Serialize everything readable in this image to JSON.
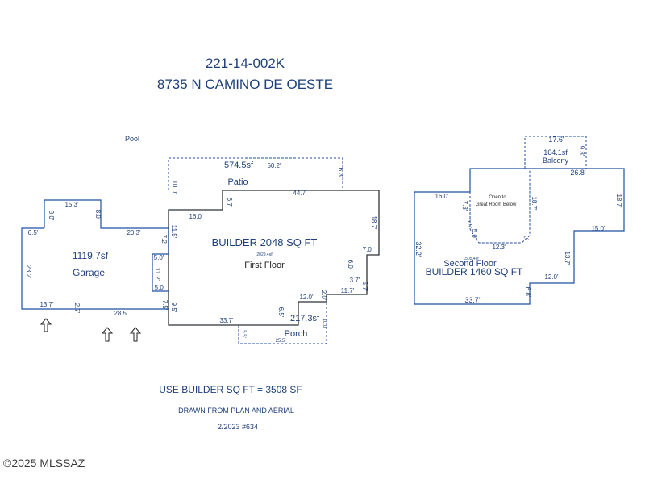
{
  "header": {
    "parcel": "221-14-002K",
    "address": "8735 N CAMINO DE OESTE"
  },
  "first_floor": {
    "pool": "Pool",
    "patio_area": "574.5sf",
    "patio": "Patio",
    "builder": "BUILDER 2048 SQ FT",
    "small_area": "2029.4sf",
    "floor": "First Floor",
    "porch_area": "217.3sf",
    "porch": "Porch",
    "dims": {
      "patio_top": "50.2'",
      "patio_left": "10.0'",
      "patio_right": "6.3'",
      "top": "44.7'",
      "right": "18.7'",
      "step_7": "7.0'",
      "step_6": "6.0'",
      "step_3": "3.7'",
      "step_5": "5.7'",
      "bot_117": "11.7'",
      "bot_120": "12.0'",
      "bot_20": "2.0'",
      "porch_65": "6.5'",
      "porch_right": "10.0'",
      "porch_bottom": "25.5'",
      "porch_left": "5.5'",
      "bottom": "33.7'",
      "inner_67": "6.7'",
      "inner_160": "16.0'",
      "inner_115": "11.5'",
      "inner_72": "7.2'"
    }
  },
  "garage": {
    "area": "1119.7sf",
    "label": "Garage",
    "dims": {
      "top": "15.3'",
      "left80": "8.0'",
      "right80": "8.0'",
      "side65": "6.5'",
      "top203": "20.3'",
      "left232": "23.2'",
      "bot137": "13.7'",
      "bot27": "2.7'",
      "bot285": "28.5'",
      "r50a": "5.0'",
      "r112": "11.2'",
      "r50b": "5.0'",
      "r75": "7.5'",
      "r95": "9.5'"
    }
  },
  "second_floor": {
    "balcony_area": "164.1sf",
    "balcony": "Balcony",
    "open_to": "Open to",
    "great_room": "Great Room Below",
    "small_area": "1505.4sf",
    "floor": "Second Floor",
    "builder": "BUILDER 1460 SQ FT",
    "dims": {
      "bal_top": "17.6'",
      "bal_right": "9.3'",
      "top268": "26.8'",
      "right187": "18.7'",
      "left160": "16.0'",
      "open73": "7.3'",
      "open187": "18.7'",
      "open55": "5.5'",
      "open50": "5.0'",
      "open123": "12.3'",
      "open44": "4.4'",
      "r150": "15.0'",
      "r137": "13.7'",
      "b120": "12.0'",
      "b68": "6.8'",
      "b337": "33.7'",
      "left322": "32.2'"
    }
  },
  "notes": {
    "use": "USE BUILDER SQ FT = 3508 SF",
    "drawn": "DRAWN FROM PLAN AND AERIAL",
    "date": "2/2023 #634"
  },
  "copyright": "©2025 MLSSAZ"
}
